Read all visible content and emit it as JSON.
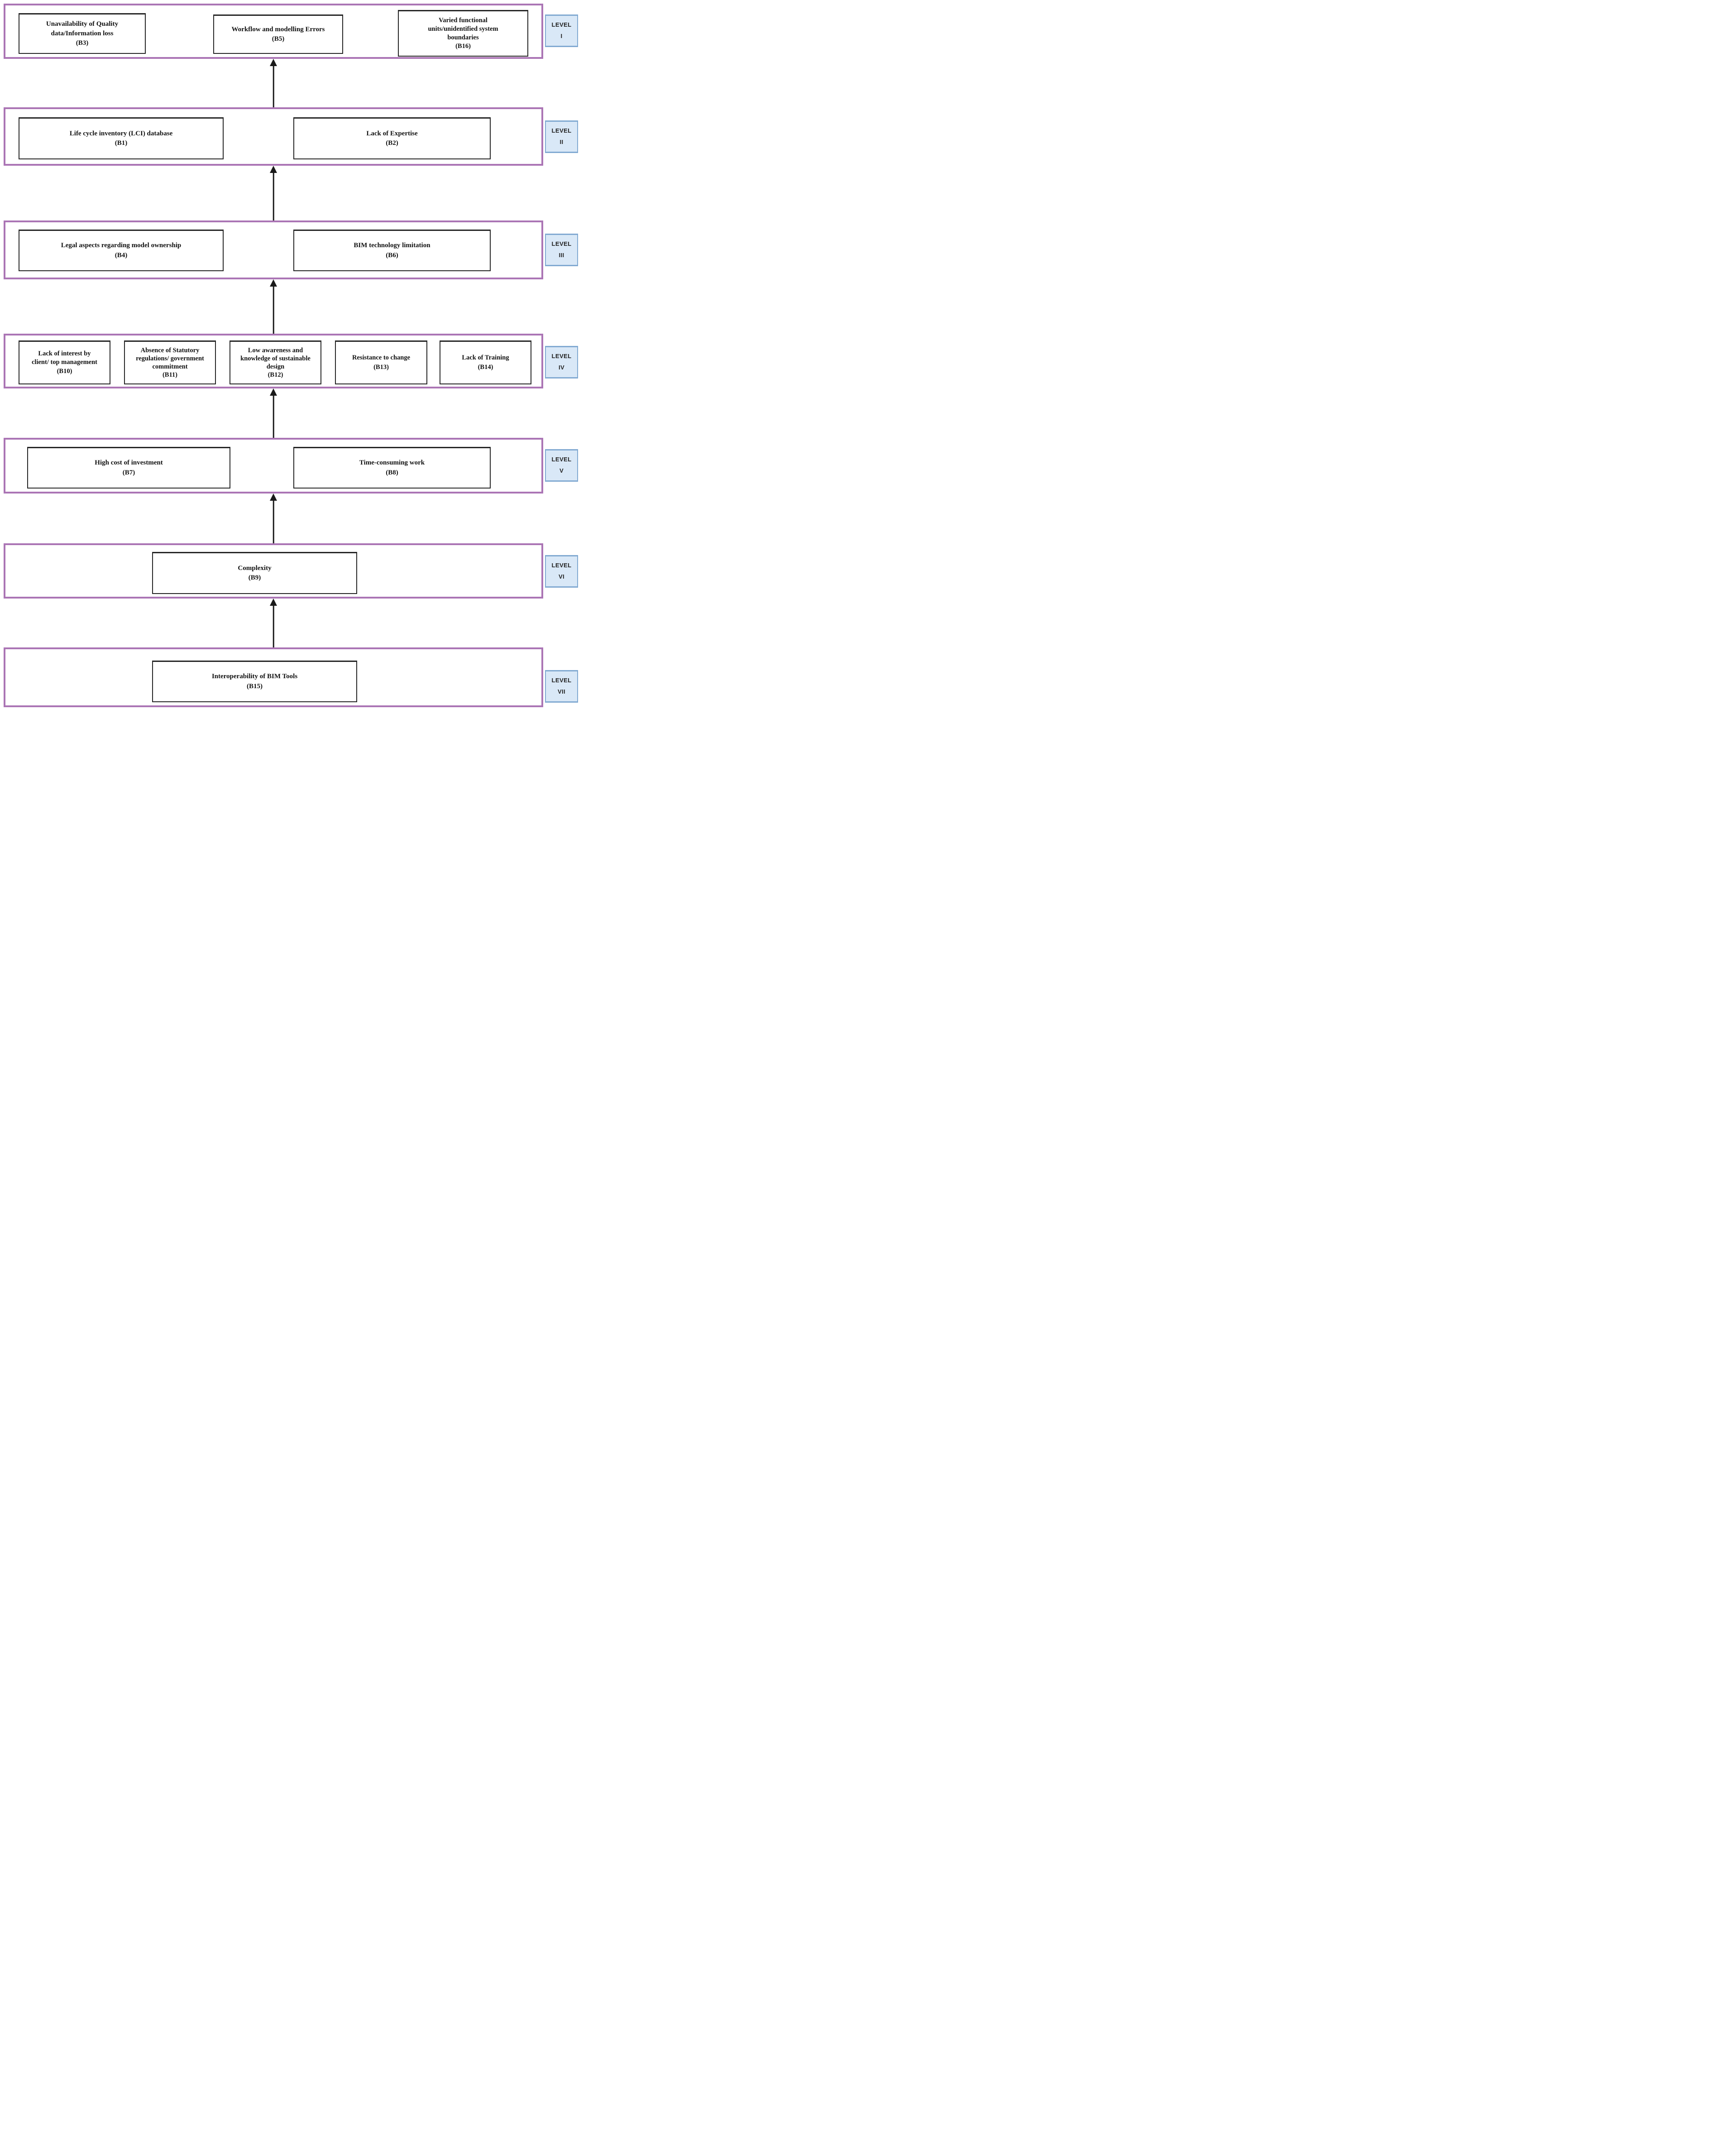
{
  "colors": {
    "row_border": "#ab75b5",
    "node_border": "#262626",
    "level_fill": "#d9e8f7",
    "level_border": "#82aad2",
    "arrow": "#1a1a1a"
  },
  "levels": [
    {
      "label": "LEVEL\nI",
      "boxes": [
        {
          "id": "B3",
          "text": "Unavailability of Quality\ndata/Information loss\n(B3)"
        },
        {
          "id": "B5",
          "text": "Workflow and modelling Errors\n(B5)"
        },
        {
          "id": "B16",
          "text": "Varied functional\nunits/unidentified system\nboundaries\n(B16)"
        }
      ]
    },
    {
      "label": "LEVEL\nII",
      "boxes": [
        {
          "id": "B1",
          "text": "Life cycle inventory (LCI) database\n(B1)"
        },
        {
          "id": "B2",
          "text": "Lack of Expertise\n(B2)"
        }
      ]
    },
    {
      "label": "LEVEL\nIII",
      "boxes": [
        {
          "id": "B4",
          "text": "Legal aspects regarding model ownership\n(B4)"
        },
        {
          "id": "B6",
          "text": "BIM technology limitation\n(B6)"
        }
      ]
    },
    {
      "label": "LEVEL\nIV",
      "boxes": [
        {
          "id": "B10",
          "text": "Lack of interest by\nclient/ top management\n(B10)"
        },
        {
          "id": "B11",
          "text": "Absence of Statutory\nregulations/ government\ncommitment\n(B11)"
        },
        {
          "id": "B12",
          "text": "Low awareness and\nknowledge of sustainable\ndesign\n(B12)"
        },
        {
          "id": "B13",
          "text": "Resistance to change\n(B13)"
        },
        {
          "id": "B14",
          "text": "Lack of Training\n(B14)"
        }
      ]
    },
    {
      "label": "LEVEL\nV",
      "boxes": [
        {
          "id": "B7",
          "text": "High cost of investment\n(B7)"
        },
        {
          "id": "B8",
          "text": "Time-consuming work\n(B8)"
        }
      ]
    },
    {
      "label": "LEVEL\nVI",
      "boxes": [
        {
          "id": "B9",
          "text": "Complexity\n(B9)"
        }
      ]
    },
    {
      "label": "LEVEL\nVII",
      "boxes": [
        {
          "id": "B15",
          "text": "Interoperability of BIM Tools\n(B15)"
        }
      ]
    }
  ]
}
